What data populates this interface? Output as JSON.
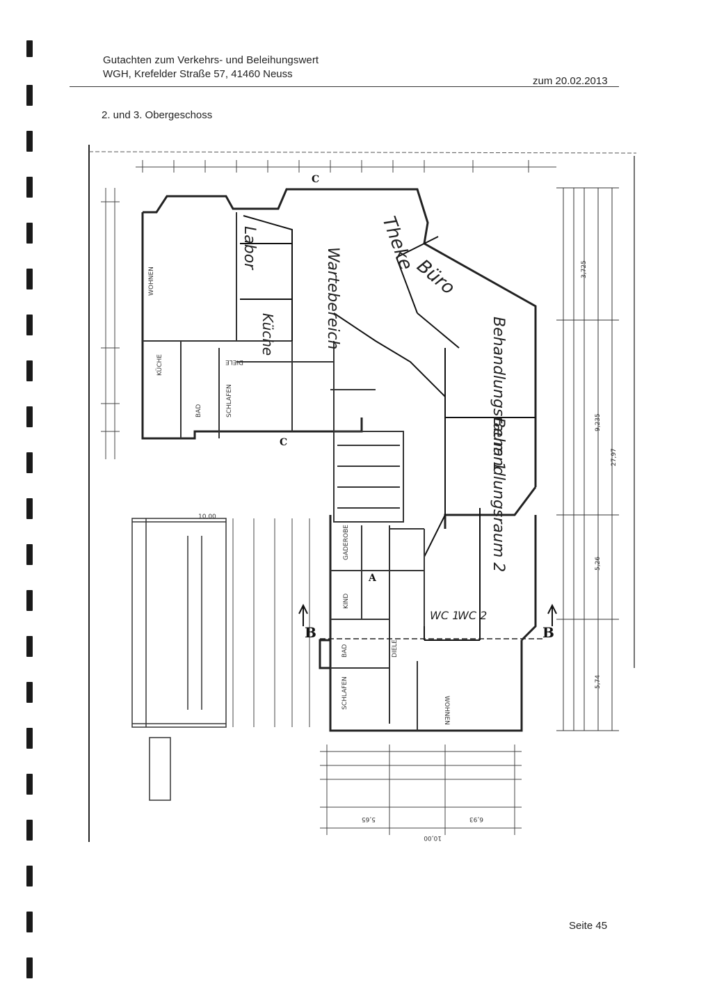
{
  "header": {
    "line1": "Gutachten zum Verkehrs- und Beleihungswert",
    "line2": "WGH, Krefelder Straße 57, 41460 Neuss",
    "date": "zum 20.02.2013"
  },
  "floor_title": "2. und 3. Obergeschoss",
  "plan": {
    "handwritten": {
      "theke": "Theke",
      "buero": "Büro",
      "wartebereich": "Wartebereich",
      "labor": "Labor",
      "kueche": "Küche",
      "behandlung1": "Behandlungsraum 1",
      "behandlung2": "Behandlungsraum 2",
      "wc1": "WC 1",
      "wc2": "WC 2"
    },
    "rooms": {
      "wohnen_top": "WOHNEN",
      "kueche": "KÜCHE",
      "diele_top": "DIELE",
      "bad_top": "BAD",
      "schlafen_top": "SCHLAFEN",
      "garderobe": "GADEROBE",
      "kind": "KIND",
      "diele_bottom": "DIELE",
      "bad_bottom": "BAD",
      "schlafen_bottom": "SCHLAFEN",
      "wohnen_bottom": "WOHNEN"
    },
    "markers": {
      "b": "B",
      "c": "C",
      "a": "A"
    },
    "dimensions": {
      "d1": "10,00",
      "d2": "9,235",
      "d3": "5,26",
      "d4": "5,74",
      "d5": "27,97",
      "d6": "3,725",
      "d7": "5,65",
      "d8": "6,93"
    }
  },
  "footer": {
    "page": "Seite 45"
  }
}
